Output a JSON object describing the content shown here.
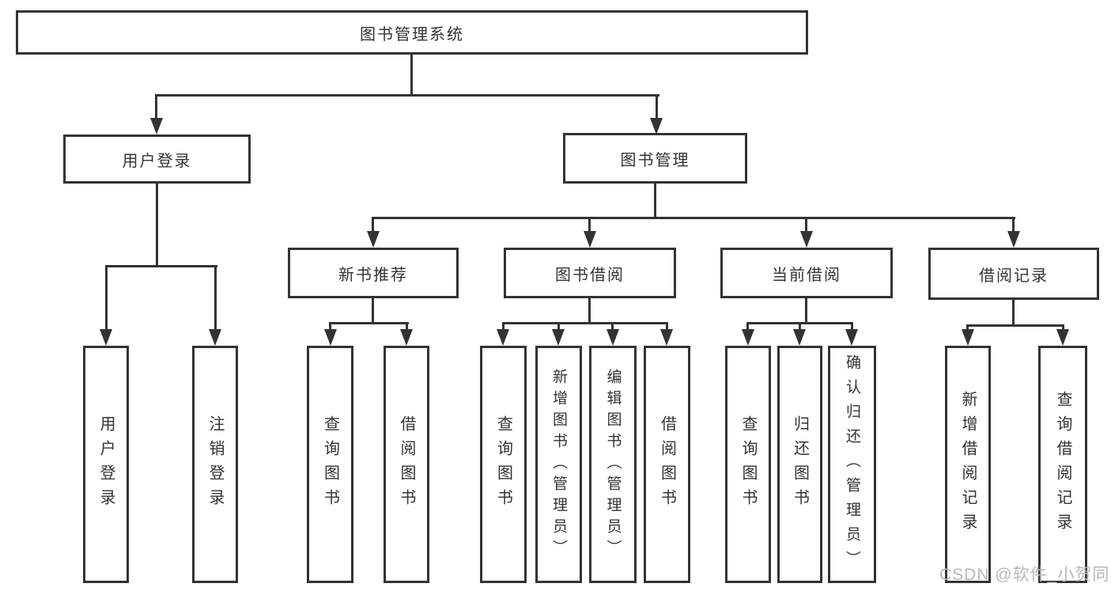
{
  "colors": {
    "line": "#333333",
    "text": "#333333",
    "watermark": "#b8b8b8",
    "background": "#ffffff"
  },
  "root": {
    "label": "图书管理系统"
  },
  "level2": {
    "user": {
      "label": "用户登录"
    },
    "book": {
      "label": "图书管理"
    }
  },
  "level3": {
    "recommend": {
      "label": "新书推荐"
    },
    "borrow": {
      "label": "图书借阅"
    },
    "current": {
      "label": "当前借阅"
    },
    "records": {
      "label": "借阅记录"
    }
  },
  "leaves": {
    "user_login": {
      "label": "用户登录"
    },
    "user_logout": {
      "label": "注销登录"
    },
    "rec_query_book": {
      "label": "查询图书"
    },
    "rec_borrow_book": {
      "label": "借阅图书"
    },
    "bor_query_book": {
      "label": "查询图书"
    },
    "bor_add_book": {
      "label": "新增图书（管理员）"
    },
    "bor_edit_book": {
      "label": "编辑图书（管理员）"
    },
    "bor_borrow_book": {
      "label": "借阅图书"
    },
    "cur_query_book": {
      "label": "查询图书"
    },
    "cur_return_book": {
      "label": "归还图书"
    },
    "cur_confirm_return": {
      "label": "确认归还（管理员）"
    },
    "log_add_record": {
      "label": "新增借阅记录"
    },
    "log_query_record": {
      "label": "查询借阅记录"
    }
  },
  "watermark": {
    "text": "CSDN @软件_小贺同学"
  }
}
